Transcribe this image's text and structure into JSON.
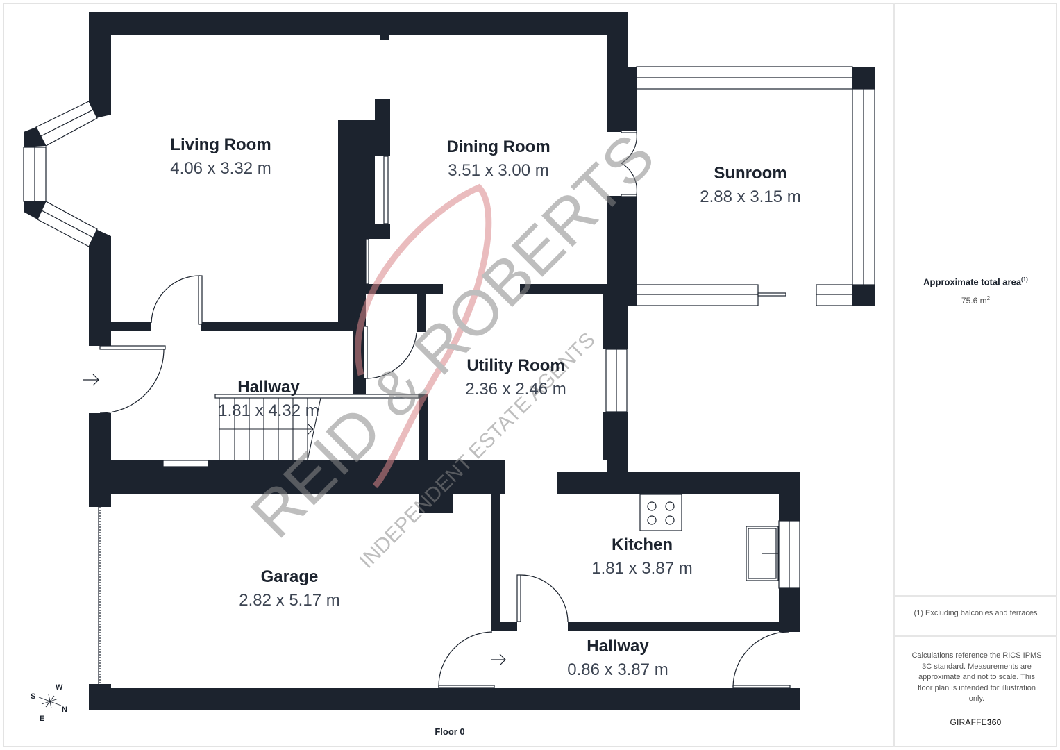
{
  "floor_plan": {
    "floor_label": "Floor 0",
    "wall_color": "#1c232e",
    "rooms": [
      {
        "name": "Living Room",
        "dimensions": "4.06 x 3.32 m"
      },
      {
        "name": "Dining Room",
        "dimensions": "3.51 x 3.00 m"
      },
      {
        "name": "Sunroom",
        "dimensions": "2.88 x 3.15 m"
      },
      {
        "name": "Utility Room",
        "dimensions": "2.36 x 2.46 m"
      },
      {
        "name": "Hallway",
        "dimensions": "1.81 x 4.32 m"
      },
      {
        "name": "Kitchen",
        "dimensions": "1.81 x 3.87 m"
      },
      {
        "name": "Garage",
        "dimensions": "2.82 x 5.17 m"
      },
      {
        "name": "Hallway",
        "dimensions": "0.86 x 3.87 m"
      }
    ],
    "compass": {
      "n": "N",
      "s": "S",
      "e": "E",
      "w": "W"
    },
    "watermark": {
      "main": "REID & ROBERTS",
      "sub": "INDEPENDENT ESTATE AGENTS",
      "accent_color": "#d9868a"
    }
  },
  "sidebar": {
    "area_label": "Approximate total area",
    "area_footnote_marker": "(1)",
    "area_value": "75.6 m",
    "area_unit_sup": "2",
    "footnote": "(1) Excluding balconies and terraces",
    "disclaimer": "Calculations reference the RICS IPMS 3C standard. Measurements are approximate and not to scale. This floor plan is intended for illustration only.",
    "brand_prefix": "GIRAFFE",
    "brand_suffix": "360"
  }
}
